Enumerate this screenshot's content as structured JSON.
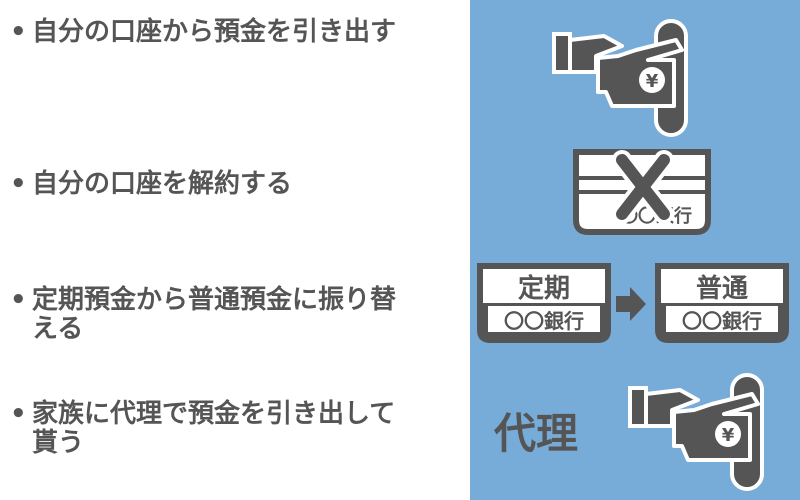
{
  "list": {
    "items": [
      {
        "bullet": "•",
        "text": "自分の口座から預金を引き出す"
      },
      {
        "bullet": "•",
        "text": "自分の口座を解約する"
      },
      {
        "bullet": "•",
        "text": "定期預金から普通預金に振り替\nえる"
      },
      {
        "bullet": "•",
        "text": "家族に代理で預金を引き出して\n貰う"
      }
    ]
  },
  "panel": {
    "yen_symbol": "¥",
    "closed_card_label": "〇〇銀行",
    "fixed_card": {
      "title": "定期",
      "bank": "〇〇銀行"
    },
    "savings_card": {
      "title": "普通",
      "bank": "〇〇銀行"
    },
    "proxy_label": "代理",
    "colors": {
      "background": "#77abd8",
      "icon_dark": "#555555",
      "icon_light": "#ffffff"
    }
  }
}
